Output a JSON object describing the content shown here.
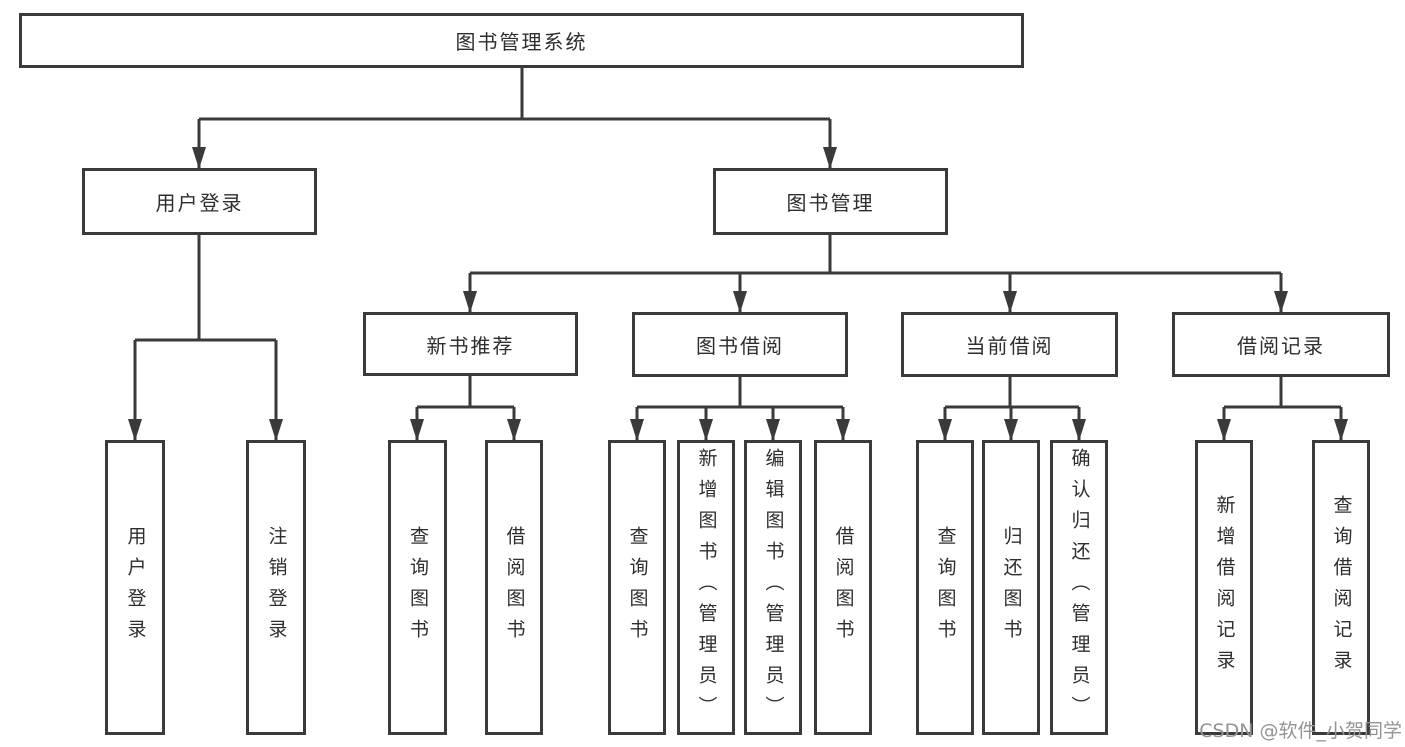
{
  "diagram": {
    "title": "图书管理系统",
    "branches": [
      {
        "label": "用户登录",
        "children": [
          {
            "label": "用户登录"
          },
          {
            "label": "注销登录"
          }
        ]
      },
      {
        "label": "图书管理",
        "children": [
          {
            "label": "新书推荐",
            "children": [
              {
                "label": "查询图书"
              },
              {
                "label": "借阅图书"
              }
            ]
          },
          {
            "label": "图书借阅",
            "children": [
              {
                "label": "查询图书"
              },
              {
                "label": "新增图书（管理员）"
              },
              {
                "label": "编辑图书（管理员）"
              },
              {
                "label": "借阅图书"
              }
            ]
          },
          {
            "label": "当前借阅",
            "children": [
              {
                "label": "查询图书"
              },
              {
                "label": "归还图书"
              },
              {
                "label": "确认归还（管理员）"
              }
            ]
          },
          {
            "label": "借阅记录",
            "children": [
              {
                "label": "新增借阅记录"
              },
              {
                "label": "查询借阅记录"
              }
            ]
          }
        ]
      }
    ]
  },
  "watermark": {
    "text": "CSDN @软件_小贺同学"
  },
  "colors": {
    "line": "#3a3a3a",
    "border": "#3a3a3a",
    "text": "#2e2e2e",
    "box_background": "#ffffff",
    "watermark": "#949494"
  }
}
